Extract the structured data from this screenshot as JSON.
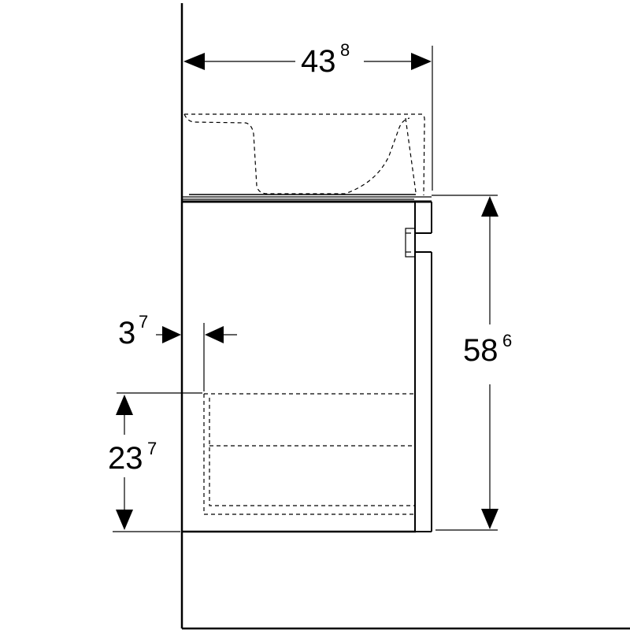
{
  "dimensions": {
    "width_top": {
      "main": "43",
      "sup": "8"
    },
    "height_right": {
      "main": "58",
      "sup": "6"
    },
    "offset_left": {
      "main": "3",
      "sup": "7"
    },
    "drawer_height": {
      "main": "23",
      "sup": "7"
    }
  }
}
